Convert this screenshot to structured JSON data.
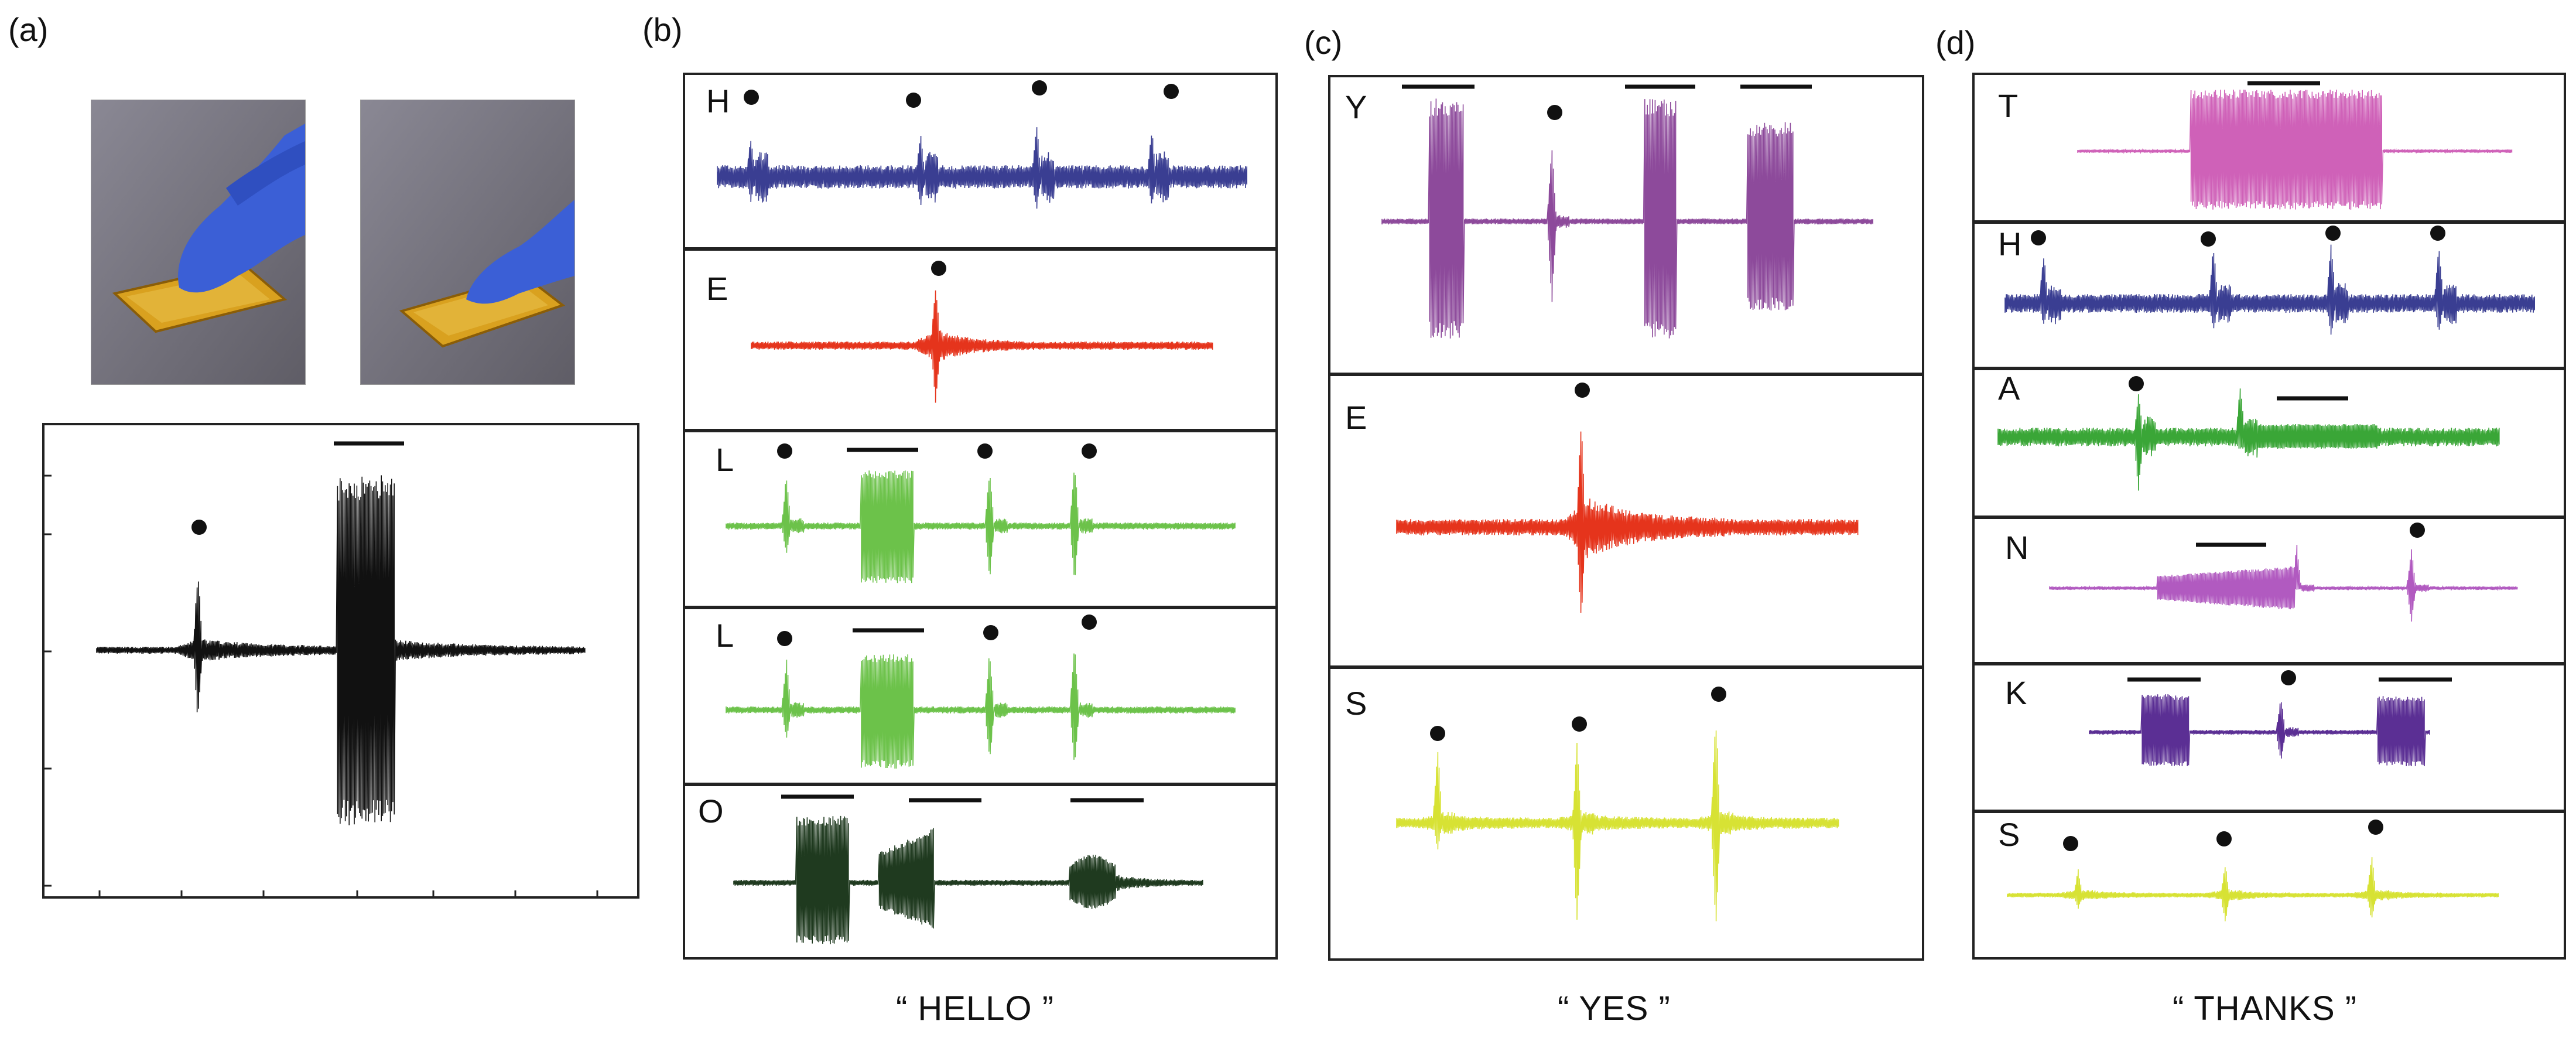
{
  "panels": {
    "a": {
      "label": "(a)"
    },
    "b": {
      "label": "(b)",
      "caption": "“ HELLO ”",
      "letters": [
        "H",
        "E",
        "L",
        "L",
        "O"
      ]
    },
    "c": {
      "label": "(c)",
      "caption": "“ YES ”",
      "letters": [
        "Y",
        "E",
        "S"
      ]
    },
    "d": {
      "label": "(d)",
      "caption": "“ THANKS ”",
      "letters": [
        "T",
        "H",
        "A",
        "N",
        "K",
        "S"
      ]
    }
  },
  "colors": {
    "black": "#111111",
    "blue": "#3a3e92",
    "red": "#e5341c",
    "lightgreen": "#6cc24a",
    "darkgreen": "#1f3a1f",
    "purple": "#8d4a9b",
    "yellow": "#d7e234",
    "magenta": "#cf61b8",
    "green": "#3aa637",
    "violet": "#b15ac0",
    "indigo": "#5b2f94",
    "glove": "#3b5fd6"
  },
  "icons": {
    "dot": "dot-marker-icon",
    "bar": "dash-marker-icon"
  }
}
